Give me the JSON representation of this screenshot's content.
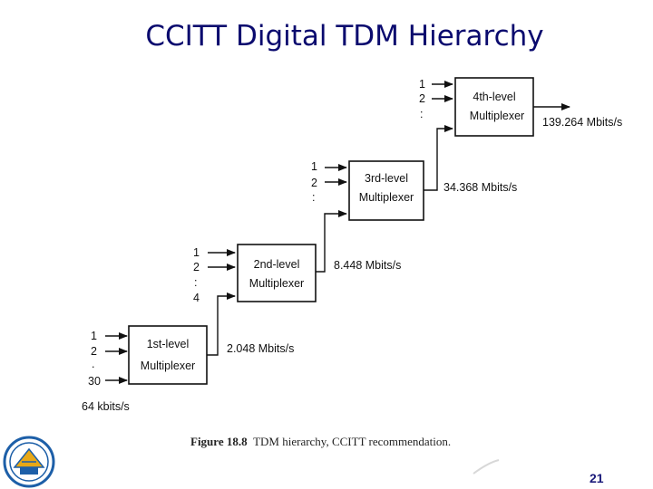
{
  "title": "CCITT Digital TDM Hierarchy",
  "page_number": "21",
  "caption": {
    "figure": "Figure 18.8",
    "text": "TDM hierarchy, CCITT recommendation."
  },
  "input_rate": "64 kbits/s",
  "multiplexers": [
    {
      "line1": "1st-level",
      "line2": "Multiplexer",
      "inputs": [
        "1",
        "2",
        ".",
        "30"
      ],
      "output_rate": "2.048 Mbits/s"
    },
    {
      "line1": "2nd-level",
      "line2": "Multiplexer",
      "inputs": [
        "1",
        "2",
        ":",
        "4"
      ],
      "output_rate": "8.448 Mbits/s"
    },
    {
      "line1": "3rd-level",
      "line2": "Multiplexer",
      "inputs": [
        "1",
        "2",
        ":"
      ],
      "output_rate": "34.368 Mbits/s"
    },
    {
      "line1": "4th-level",
      "line2": "Multiplexer",
      "inputs": [
        "1",
        "2",
        ":"
      ],
      "output_rate": "139.264 Mbits/s"
    }
  ],
  "colors": {
    "title": "#0a0a6e",
    "page_number": "#1a1a7a",
    "logo_blue": "#1d5fa8",
    "logo_gold": "#e8a817"
  }
}
